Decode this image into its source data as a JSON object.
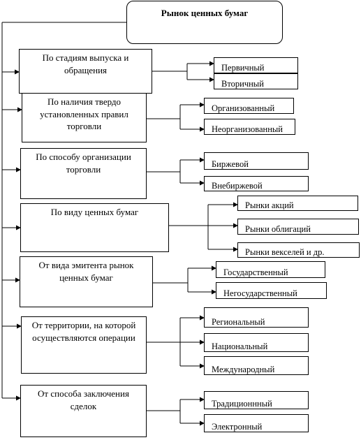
{
  "root": {
    "title": "Рынок ценных бумаг"
  },
  "categories": [
    {
      "label": "По стадиям выпуска и обращения",
      "options": [
        "Первичный",
        "Вторичный"
      ]
    },
    {
      "label": "По наличия твердо установленных правил торговли",
      "options": [
        "Организованный",
        "Неорганизованный"
      ]
    },
    {
      "label": "По способу организации торговли",
      "options": [
        "Биржевой",
        "Внебиржевой"
      ]
    },
    {
      "label": "По виду ценных бумаг",
      "options": [
        "Рынки акций",
        "Рынки облигаций",
        "Рынки векселей и др."
      ]
    },
    {
      "label": "От вида эмитента рынок ценных бумаг",
      "options": [
        "Государственный",
        "Негосударственный"
      ]
    },
    {
      "label": "От территории, на которой осуществляются операции",
      "options": [
        "Региональный",
        "Национальный",
        "Международный"
      ]
    },
    {
      "label": "От способа заключения сделок",
      "options": [
        "Традиционнный",
        "Электронный"
      ]
    }
  ]
}
